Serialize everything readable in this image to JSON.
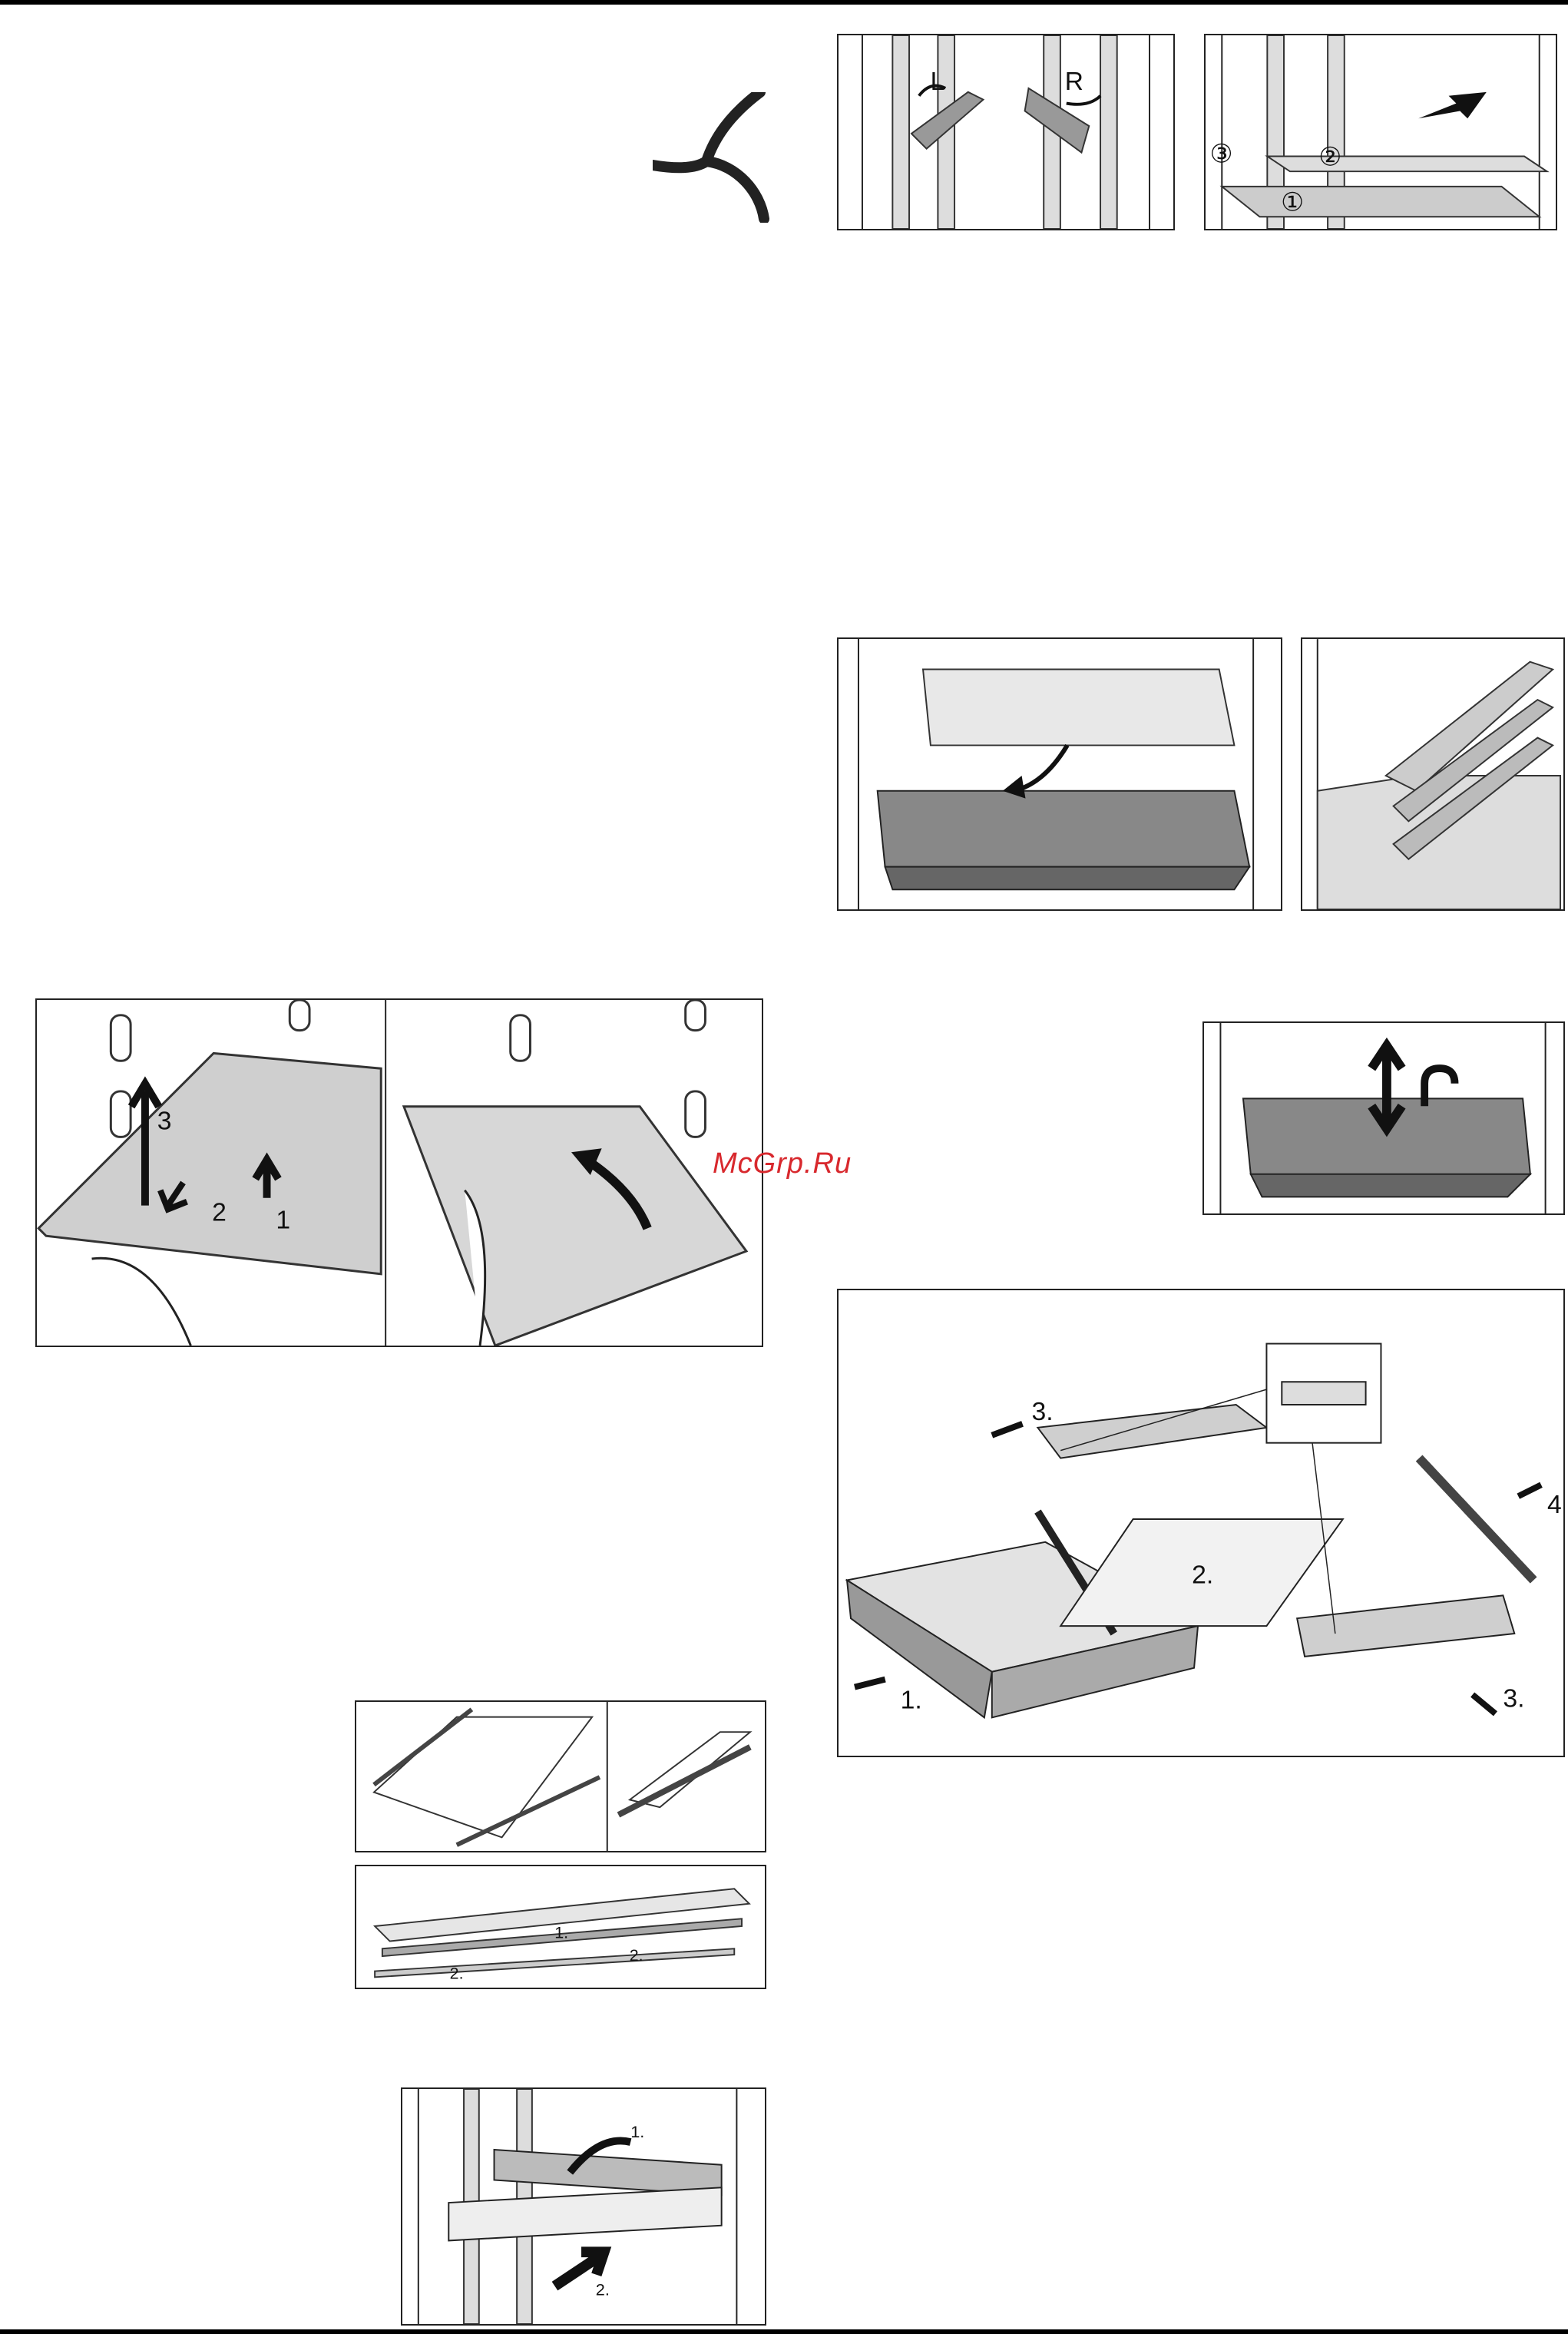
{
  "watermark": "McGrp.Ru",
  "figures": {
    "hinge_lr": {
      "left_label": "L",
      "right_label": "R"
    },
    "shelf_parts": {
      "n1": "①",
      "n2": "②",
      "n3": "③"
    },
    "glass_shelf": {
      "s1": "1",
      "s2": "2",
      "s3": "3"
    },
    "rail_parts": {
      "s1": "1.",
      "s2": "2.",
      "s3": "2."
    },
    "bottle_rack": {
      "s1": "1.",
      "s2": "2."
    },
    "drawer_disassembly": {
      "s1": "1.",
      "s2": "2.",
      "s3a": "3.",
      "s3b": "3.",
      "s4": "4."
    }
  },
  "icons": [
    "logo-swirl-icon",
    "arrow-icon",
    "hand-icon",
    "rotate-arrow-icon",
    "updown-arrow-icon"
  ]
}
